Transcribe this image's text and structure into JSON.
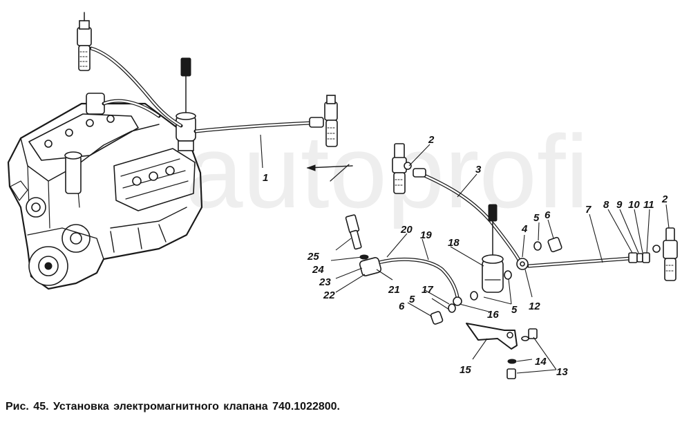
{
  "caption": "Рис. 45. Установка электромагнитного клапана 740.1022800.",
  "watermark": "autoprofi",
  "callouts": {
    "c1": "1",
    "c2a": "2",
    "c2b": "2",
    "c3": "3",
    "c4": "4",
    "c5a": "5",
    "c5b": "5",
    "c5c": "5",
    "c6a": "6",
    "c6b": "6",
    "c7": "7",
    "c8": "8",
    "c9": "9",
    "c10": "10",
    "c11": "11",
    "c12": "12",
    "c13": "13",
    "c14": "14",
    "c15": "15",
    "c16": "16",
    "c17": "17",
    "c18": "18",
    "c19": "19",
    "c20": "20",
    "c21": "21",
    "c22": "22",
    "c23": "23",
    "c24": "24",
    "c25": "25"
  }
}
